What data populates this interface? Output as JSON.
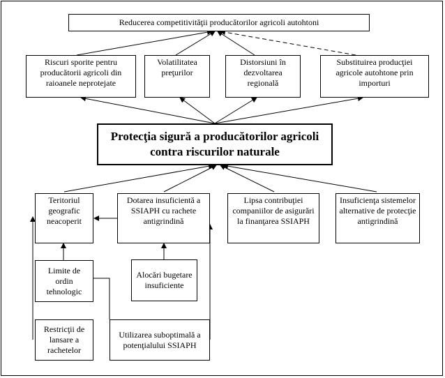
{
  "diagram": {
    "top": "Reducerea competitivităţii producătorilor agricoli autohtoni",
    "consequences": [
      "Riscuri sporite pentru producătorii agricoli din raioanele neprotejate",
      "Volatilitatea preţurilor",
      "Distorsiuni în dezvoltarea regională",
      "Substituirea producţiei agricole autohtone prin importuri"
    ],
    "center": "Protecţia sigură a producătorilor agricoli contra riscurilor naturale",
    "causes": [
      "Teritoriul geografic neacoperit",
      "Dotarea insuficientă a SSIAPH cu rachete antigrindină",
      "Lipsa contribuţiei companiilor de asigurări la finanţarea SSIAPH",
      "Insuficienţa sistemelor alternative de protecţie antigrindină"
    ],
    "subcauses": [
      "Limite de ordin tehnologic",
      "Alocări bugetare insuficiente",
      "Restricţii de lansare a rachetelor",
      "Utilizarea suboptimală a potenţialului SSIAPH"
    ]
  }
}
